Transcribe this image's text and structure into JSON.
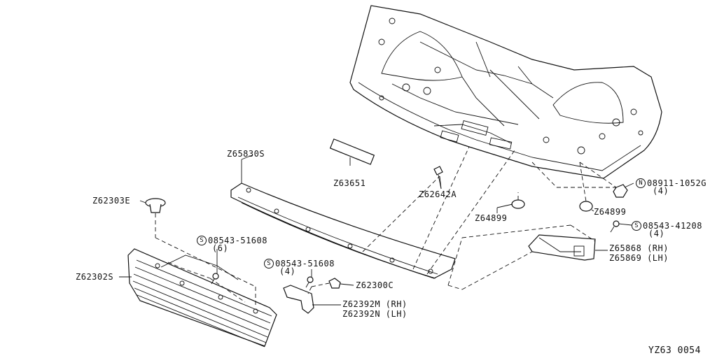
{
  "diagram_id": "YZ63 0054",
  "parts": [
    {
      "id": "z65830s",
      "code": "Z65830S"
    },
    {
      "id": "z63651",
      "code": "Z63651"
    },
    {
      "id": "z62642a",
      "code": "Z62642A"
    },
    {
      "id": "n08911",
      "prefix": "N",
      "code": "08911-1052G",
      "qty": "(4)"
    },
    {
      "id": "z64899a",
      "code": "Z64899"
    },
    {
      "id": "z64899b",
      "code": "Z64899"
    },
    {
      "id": "s08543_41208",
      "prefix": "S",
      "code": "08543-41208",
      "qty": "(4)"
    },
    {
      "id": "z65868",
      "code": "Z65868 (RH)"
    },
    {
      "id": "z65869",
      "code": "Z65869 (LH)"
    },
    {
      "id": "z62303e",
      "code": "Z62303E"
    },
    {
      "id": "s08543_51608a",
      "prefix": "S",
      "code": "08543-51608",
      "qty": "(6)"
    },
    {
      "id": "s08543_51608b",
      "prefix": "S",
      "code": "08543-51608",
      "qty": "(4)"
    },
    {
      "id": "z62302s",
      "code": "Z62302S"
    },
    {
      "id": "z62300c",
      "code": "Z62300C"
    },
    {
      "id": "z62392m",
      "code": "Z62392M (RH)"
    },
    {
      "id": "z62392n",
      "code": "Z62392N (LH)"
    }
  ]
}
